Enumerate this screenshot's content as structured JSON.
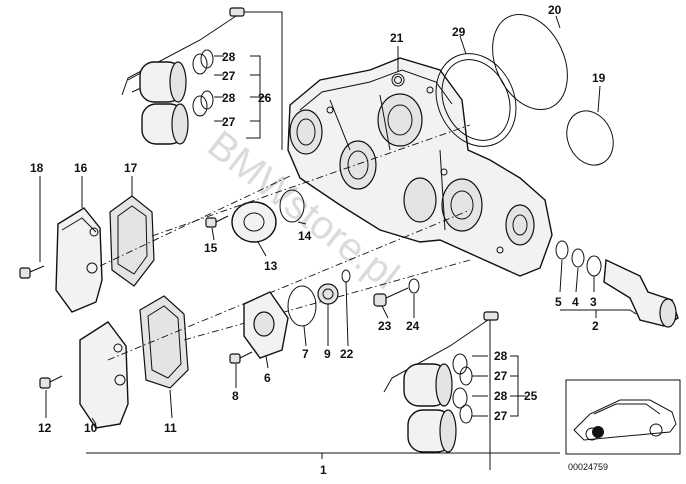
{
  "watermark": "BMWstore.pl",
  "doc_number": "00024759",
  "callouts": [
    {
      "id": "n1",
      "text": "1"
    },
    {
      "id": "n2",
      "text": "2"
    },
    {
      "id": "n3",
      "text": "3"
    },
    {
      "id": "n4",
      "text": "4"
    },
    {
      "id": "n5",
      "text": "5"
    },
    {
      "id": "n6",
      "text": "6"
    },
    {
      "id": "n7",
      "text": "7"
    },
    {
      "id": "n8",
      "text": "8"
    },
    {
      "id": "n9",
      "text": "9"
    },
    {
      "id": "n10",
      "text": "10"
    },
    {
      "id": "n11",
      "text": "11"
    },
    {
      "id": "n12",
      "text": "12"
    },
    {
      "id": "n13",
      "text": "13"
    },
    {
      "id": "n14",
      "text": "14"
    },
    {
      "id": "n15",
      "text": "15"
    },
    {
      "id": "n16",
      "text": "16"
    },
    {
      "id": "n17",
      "text": "17"
    },
    {
      "id": "n18",
      "text": "18"
    },
    {
      "id": "n19",
      "text": "19"
    },
    {
      "id": "n20",
      "text": "20"
    },
    {
      "id": "n21",
      "text": "21"
    },
    {
      "id": "n22",
      "text": "22"
    },
    {
      "id": "n23",
      "text": "23"
    },
    {
      "id": "n24",
      "text": "24"
    },
    {
      "id": "n25",
      "text": "25"
    },
    {
      "id": "n26",
      "text": "26"
    },
    {
      "id": "n27a",
      "text": "27"
    },
    {
      "id": "n27b",
      "text": "27"
    },
    {
      "id": "n27c",
      "text": "27"
    },
    {
      "id": "n27d",
      "text": "27"
    },
    {
      "id": "n28a",
      "text": "28"
    },
    {
      "id": "n28b",
      "text": "28"
    },
    {
      "id": "n28c",
      "text": "28"
    },
    {
      "id": "n28d",
      "text": "28"
    },
    {
      "id": "n29",
      "text": "29"
    }
  ]
}
